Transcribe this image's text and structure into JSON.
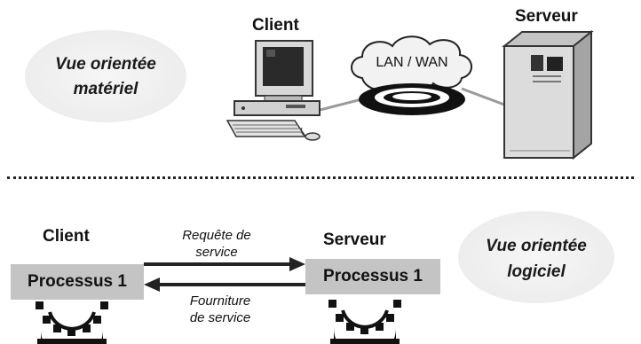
{
  "hardware_view": {
    "label_line1": "Vue orientée",
    "label_line2": "matériel",
    "client_title": "Client",
    "network_label": "LAN / WAN",
    "server_title": "Serveur"
  },
  "software_view": {
    "client_title": "Client",
    "server_title": "Serveur",
    "client_process": "Processus 1",
    "server_process": "Processus 1",
    "request_line1": "Requête de",
    "request_line2": "service",
    "response_line1": "Fourniture",
    "response_line2": "de service",
    "label_line1": "Vue orientée",
    "label_line2": "logiciel"
  }
}
